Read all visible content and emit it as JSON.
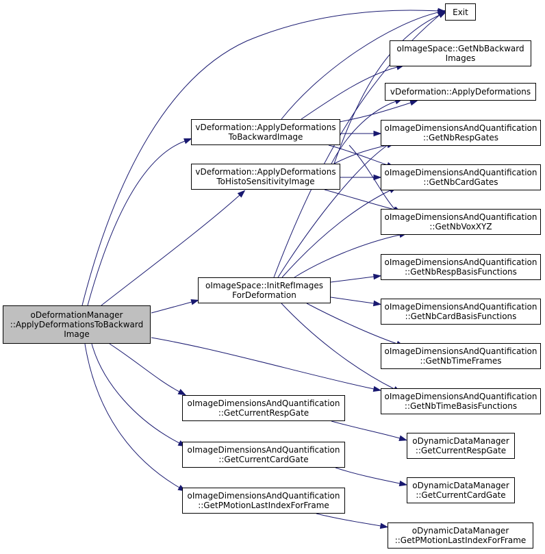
{
  "nodes": {
    "root": {
      "line1": "oDeformationManager",
      "line2": "::ApplyDeformationsToBackward",
      "line3": "Image"
    },
    "vdefBack": {
      "line1": "vDeformation::ApplyDeformations",
      "line2": "ToBackwardImage"
    },
    "vdefHisto": {
      "line1": "vDeformation::ApplyDeformations",
      "line2": "ToHistoSensitivityImage"
    },
    "initRef": {
      "line1": "oImageSpace::InitRefImages",
      "line2": "ForDeformation"
    },
    "curResp": {
      "line1": "oImageDimensionsAndQuantification",
      "line2": "::GetCurrentRespGate"
    },
    "curCard": {
      "line1": "oImageDimensionsAndQuantification",
      "line2": "::GetCurrentCardGate"
    },
    "pmotion": {
      "line1": "oImageDimensionsAndQuantification",
      "line2": "::GetPMotionLastIndexForFrame"
    },
    "exit": {
      "line1": "Exit"
    },
    "nbBack": {
      "line1": "oImageSpace::GetNbBackward",
      "line2": "Images"
    },
    "vdefApply": {
      "line1": "vDeformation::ApplyDeformations"
    },
    "nbResp": {
      "line1": "oImageDimensionsAndQuantification",
      "line2": "::GetNbRespGates"
    },
    "nbCard": {
      "line1": "oImageDimensionsAndQuantification",
      "line2": "::GetNbCardGates"
    },
    "nbVox": {
      "line1": "oImageDimensionsAndQuantification",
      "line2": "::GetNbVoxXYZ"
    },
    "nbRespBF": {
      "line1": "oImageDimensionsAndQuantification",
      "line2": "::GetNbRespBasisFunctions"
    },
    "nbCardBF": {
      "line1": "oImageDimensionsAndQuantification",
      "line2": "::GetNbCardBasisFunctions"
    },
    "nbTF": {
      "line1": "oImageDimensionsAndQuantification",
      "line2": "::GetNbTimeFrames"
    },
    "nbTBF": {
      "line1": "oImageDimensionsAndQuantification",
      "line2": "::GetNbTimeBasisFunctions"
    },
    "dynResp": {
      "line1": "oDynamicDataManager",
      "line2": "::GetCurrentRespGate"
    },
    "dynCard": {
      "line1": "oDynamicDataManager",
      "line2": "::GetCurrentCardGate"
    },
    "dynPm": {
      "line1": "oDynamicDataManager",
      "line2": "::GetPMotionLastIndexForFrame"
    }
  },
  "edges": [
    {
      "from": "root",
      "to": "exit"
    },
    {
      "from": "root",
      "to": "vdefBack"
    },
    {
      "from": "root",
      "to": "vdefHisto"
    },
    {
      "from": "root",
      "to": "initRef"
    },
    {
      "from": "root",
      "to": "nbTBF"
    },
    {
      "from": "root",
      "to": "curResp"
    },
    {
      "from": "root",
      "to": "curCard"
    },
    {
      "from": "root",
      "to": "pmotion"
    },
    {
      "from": "vdefBack",
      "to": "exit"
    },
    {
      "from": "vdefBack",
      "to": "nbBack"
    },
    {
      "from": "vdefBack",
      "to": "vdefApply"
    },
    {
      "from": "vdefBack",
      "to": "nbResp"
    },
    {
      "from": "vdefBack",
      "to": "nbCard"
    },
    {
      "from": "vdefBack",
      "to": "nbVox"
    },
    {
      "from": "vdefHisto",
      "to": "exit"
    },
    {
      "from": "vdefHisto",
      "to": "vdefApply"
    },
    {
      "from": "vdefHisto",
      "to": "nbResp"
    },
    {
      "from": "vdefHisto",
      "to": "nbCard"
    },
    {
      "from": "vdefHisto",
      "to": "nbVox"
    },
    {
      "from": "initRef",
      "to": "exit"
    },
    {
      "from": "initRef",
      "to": "nbResp"
    },
    {
      "from": "initRef",
      "to": "nbCard"
    },
    {
      "from": "initRef",
      "to": "nbVox"
    },
    {
      "from": "initRef",
      "to": "nbRespBF"
    },
    {
      "from": "initRef",
      "to": "nbCardBF"
    },
    {
      "from": "initRef",
      "to": "nbTF"
    },
    {
      "from": "initRef",
      "to": "nbTBF"
    },
    {
      "from": "curResp",
      "to": "dynResp"
    },
    {
      "from": "curCard",
      "to": "dynCard"
    },
    {
      "from": "pmotion",
      "to": "dynPm"
    }
  ],
  "colors": {
    "edge": "#191970",
    "root_fill": "#bfbfbf",
    "node_fill": "#ffffff",
    "border": "#000000"
  }
}
